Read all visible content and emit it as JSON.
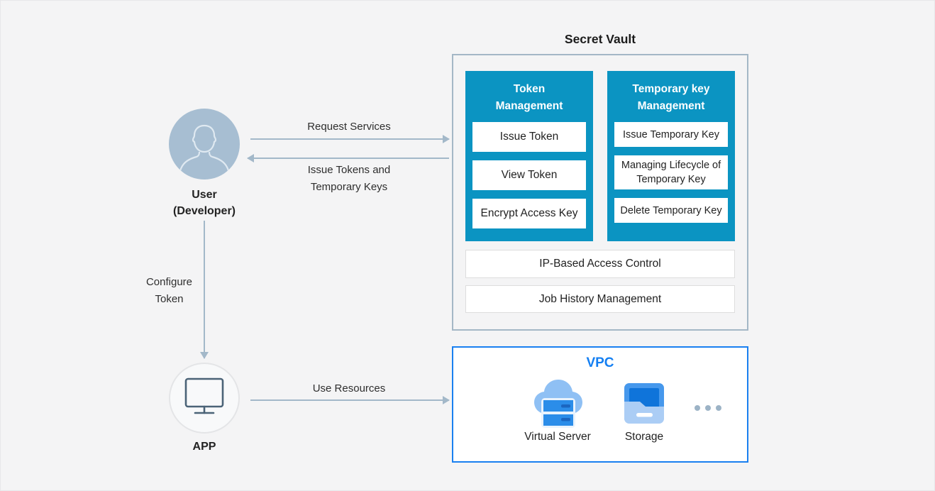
{
  "colors": {
    "background": "#f4f4f5",
    "teal": "#0b94c2",
    "vault_border": "#a4b7c6",
    "vpc_blue": "#1a80f0",
    "arrow": "#a3b8c9",
    "avatar_fill": "#a7bed2"
  },
  "user": {
    "label_line1": "User",
    "label_line2": "(Developer)"
  },
  "app": {
    "label": "APP"
  },
  "arrows": {
    "request": "Request Services",
    "issue_line1": "Issue Tokens and",
    "issue_line2": "Temporary Keys",
    "configure_line1": "Configure",
    "configure_line2": "Token",
    "use_resources": "Use Resources"
  },
  "vault": {
    "title": "Secret Vault",
    "columns": [
      {
        "title_line1": "Token",
        "title_line2": "Management",
        "items": [
          "Issue Token",
          "View Token",
          "Encrypt Access Key"
        ]
      },
      {
        "title_line1": "Temporary key",
        "title_line2": "Management",
        "items": [
          "Issue Temporary Key",
          "Managing Lifecycle of Temporary Key",
          "Delete Temporary Key"
        ]
      }
    ],
    "wide_items": [
      "IP-Based Access Control",
      "Job History Management"
    ]
  },
  "vpc": {
    "title": "VPC",
    "resources": [
      {
        "label": "Virtual Server",
        "icon": "virtual-server-icon"
      },
      {
        "label": "Storage",
        "icon": "storage-icon"
      }
    ],
    "more_icon": "ellipsis-icon"
  }
}
